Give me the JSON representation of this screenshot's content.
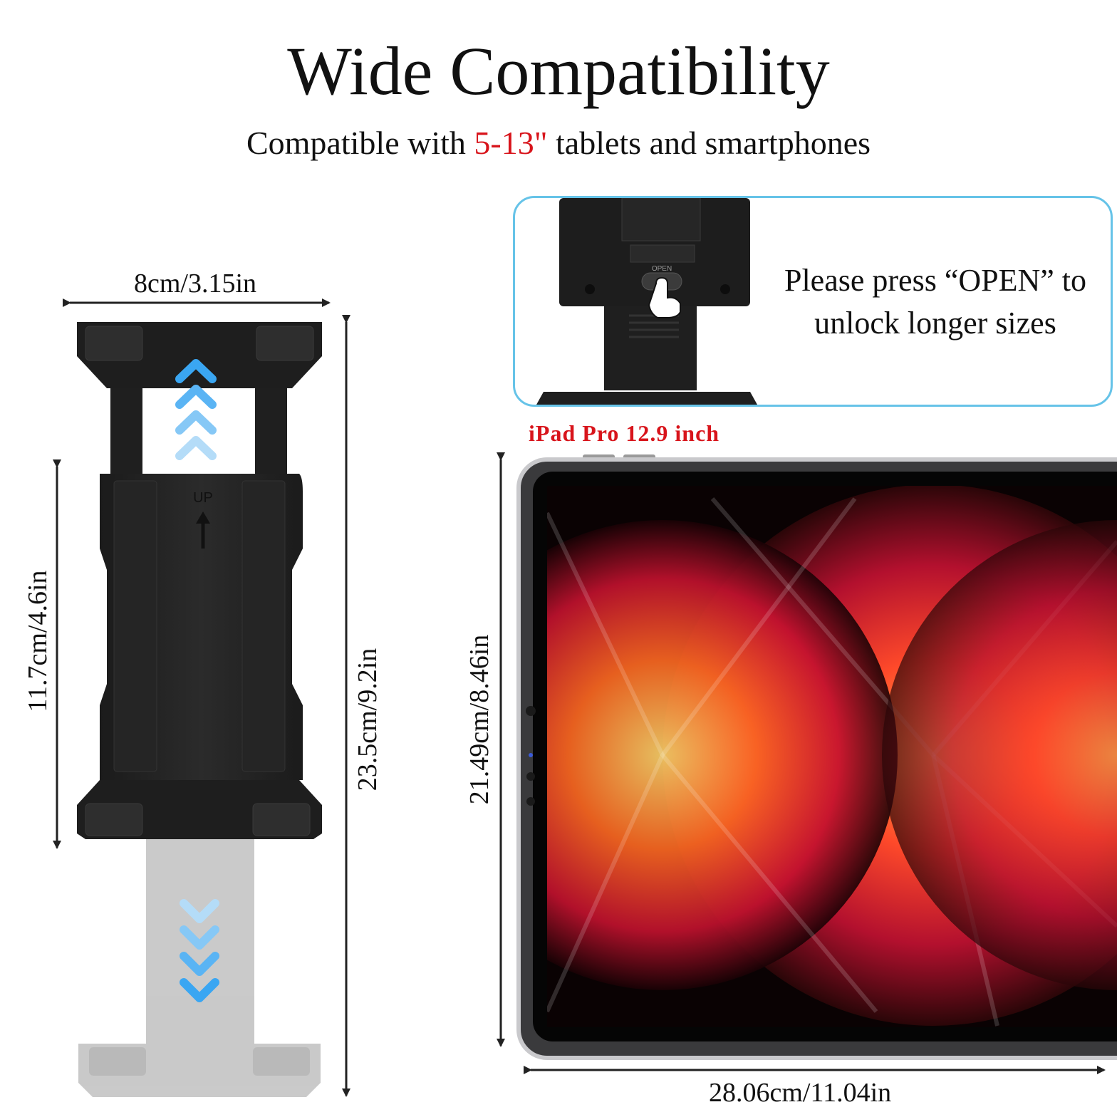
{
  "header": {
    "title": "Wide Compatibility",
    "subtitle_before": "Compatible with ",
    "subtitle_highlight": "5-13\"",
    "subtitle_after": " tablets and smartphones"
  },
  "holder": {
    "width_label": "8cm/3.15in",
    "min_height_label": "11.7cm/4.6in",
    "max_height_label": "23.5cm/9.2in",
    "up_label": "UP"
  },
  "callout": {
    "line1": "Please press “OPEN” to",
    "line2": "unlock longer sizes",
    "button_label": "OPEN"
  },
  "ipad": {
    "label": "iPad Pro 12.9 inch",
    "height_label": "21.49cm/8.46in",
    "width_label": "28.06cm/11.04in"
  },
  "colors": {
    "accent_red": "#d8141b",
    "callout_border": "#66c3e8",
    "arrow_blue": "#3aa6f2"
  }
}
